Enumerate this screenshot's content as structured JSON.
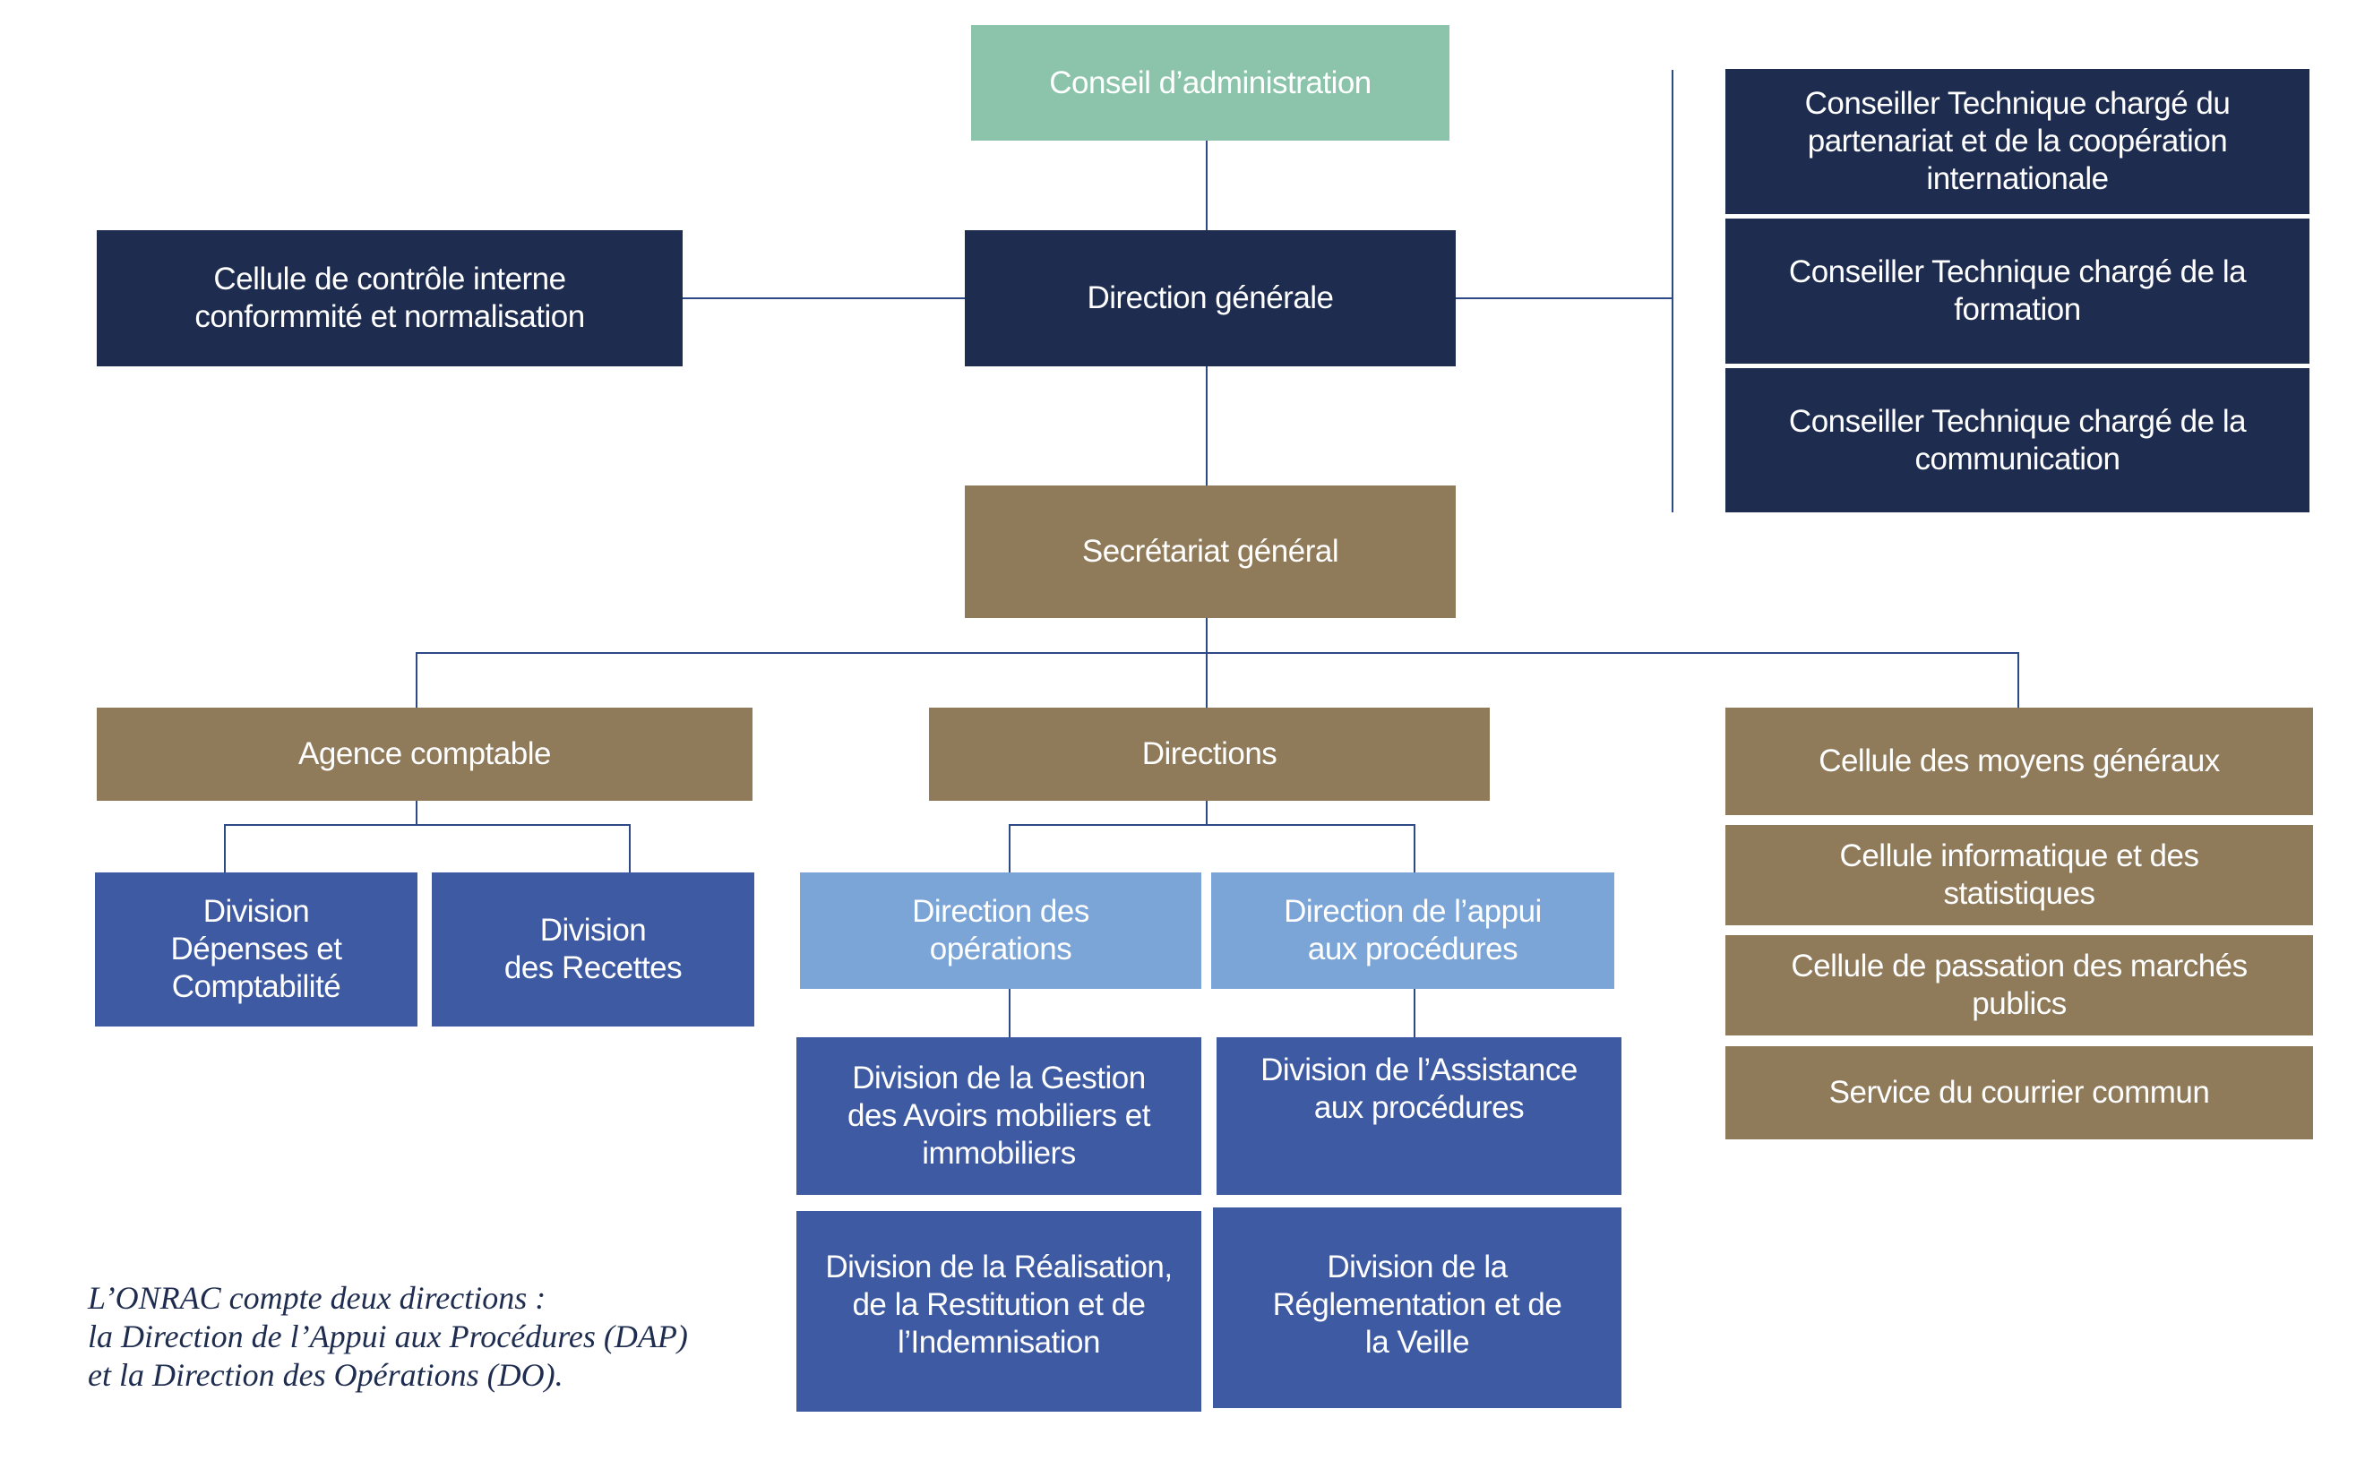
{
  "colors": {
    "green": "#8cc4ab",
    "navy": "#1e2c4f",
    "brown": "#8f7a5a",
    "blue": "#3e5aa2",
    "light_blue": "#7ba5d6",
    "connector": "#2e4a86"
  },
  "boxes": {
    "conseil_admin": "Conseil d’administration",
    "direction_generale": "Direction générale",
    "cellule_controle": "Cellule de contrôle interne\nconformmité et normalisation",
    "ct_partenariat": "Conseiller Technique chargé du\npartenariat et de la coopération\ninternationale",
    "ct_formation": "Conseiller Technique chargé de la\nformation",
    "ct_communication": "Conseiller Technique chargé de la\ncommunication",
    "secretariat_general": "Secrétariat général",
    "agence_comptable": "Agence comptable",
    "directions": "Directions",
    "cellule_moyens": "Cellule des moyens généraux",
    "cellule_informatique": "Cellule informatique et des\nstatistiques",
    "cellule_passation": "Cellule de passation des marchés\npublics",
    "service_courrier": "Service du courrier commun",
    "div_depenses": "Division\nDépenses et\nComptabilité",
    "div_recettes": "Division\ndes Recettes",
    "dir_operations": "Direction des\nopérations",
    "dir_appui": "Direction de l’appui\naux procédures",
    "div_gestion_avoirs": "Division de la Gestion\ndes Avoirs mobiliers et\nimmobiliers",
    "div_assistance": "Division de l’Assistance\naux procédures",
    "div_realisation": "Division de la Réalisation,\nde la Restitution et de\nl’Indemnisation",
    "div_reglementation": "Division de la\nRéglementation et de\nla Veille"
  },
  "note": "L’ONRAC compte deux directions :\nla Direction de l’Appui aux Procédures (DAP)\net la Direction des Opérations (DO)."
}
